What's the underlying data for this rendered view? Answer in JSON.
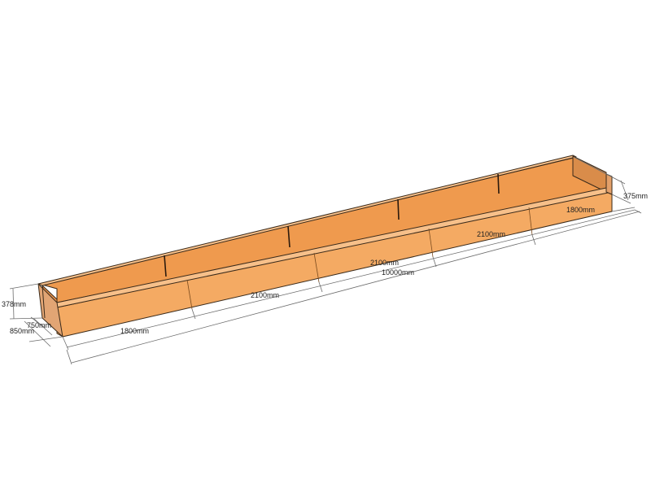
{
  "colors": {
    "corten_front": "#f4aa63",
    "corten_inside": "#ef9a4e",
    "corten_end": "#e2a574",
    "corten_top": "#f7c08a",
    "edge": "#3a2a1a"
  },
  "dimensions": {
    "height_left": "378mm",
    "width_inner": "750mm",
    "width_outer": "850mm",
    "height_right": "375mm",
    "panel_1": "1800mm",
    "panel_2": "2100mm",
    "panel_3": "2100mm",
    "panel_4": "2100mm",
    "panel_5": "1800mm",
    "overall_length": "10000mm"
  }
}
